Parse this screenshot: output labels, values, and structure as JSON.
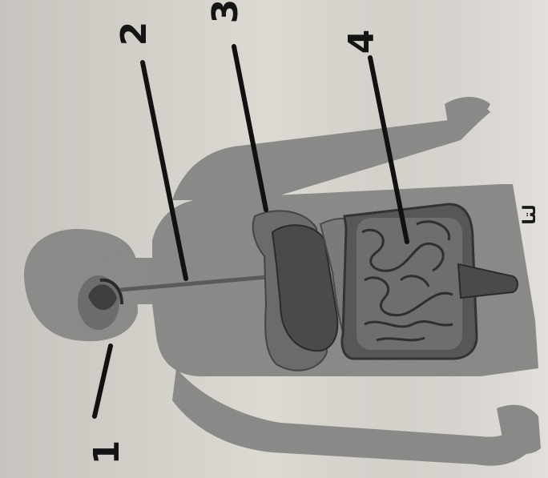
{
  "diagram": {
    "labels": [
      {
        "id": "1",
        "text": "1"
      },
      {
        "id": "2",
        "text": "2"
      },
      {
        "id": "3",
        "text": "3"
      },
      {
        "id": "4",
        "text": "4"
      }
    ],
    "stray_text": "لتا"
  },
  "colors": {
    "paper": "#ddd9d3",
    "body": "#8d8d8b",
    "organ_dark": "#5a5a58",
    "organ_light": "#767674",
    "line": "#111111"
  }
}
